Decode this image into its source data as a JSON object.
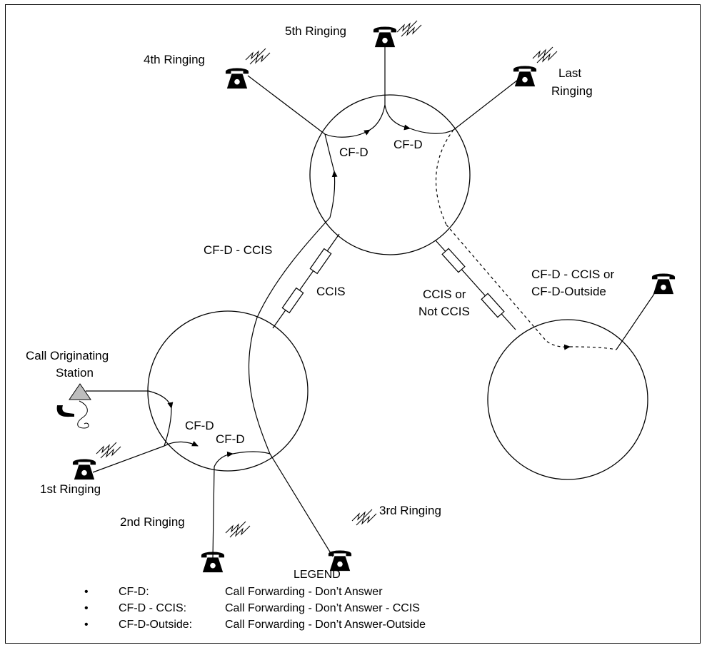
{
  "diagram": {
    "switch_labels": {
      "cfd_ccis": "CF-D - CCIS",
      "ccis": "CCIS",
      "ccis_or_not_line1": "CCIS or",
      "ccis_or_not_line2": "Not CCIS",
      "cfd_ccis_or_line1": "CF-D - CCIS or",
      "cfd_ccis_or_line2": "CF-D-Outside",
      "call_orig_line1": "Call Originating",
      "call_orig_line2": "Station"
    },
    "ringing": {
      "first": "1st Ringing",
      "second": "2nd Ringing",
      "third": "3rd Ringing",
      "fourth": "4th Ringing",
      "fifth": "5th Ringing",
      "last_line1": "Last",
      "last_line2": "Ringing"
    },
    "forward_labels": {
      "cfd_a": "CF-D",
      "cfd_b": "CF-D",
      "cfd_c": "CF-D",
      "cfd_d": "CF-D"
    }
  },
  "legend": {
    "title": "LEGEND",
    "bullet": "•",
    "items": [
      {
        "term": "CF-D:",
        "desc": "Call Forwarding - Don’t Answer"
      },
      {
        "term": "CF-D - CCIS:",
        "desc": "Call Forwarding - Don’t Answer - CCIS"
      },
      {
        "term": "CF-D-Outside:",
        "desc": "Call Forwarding - Don’t Answer-Outside"
      }
    ]
  }
}
